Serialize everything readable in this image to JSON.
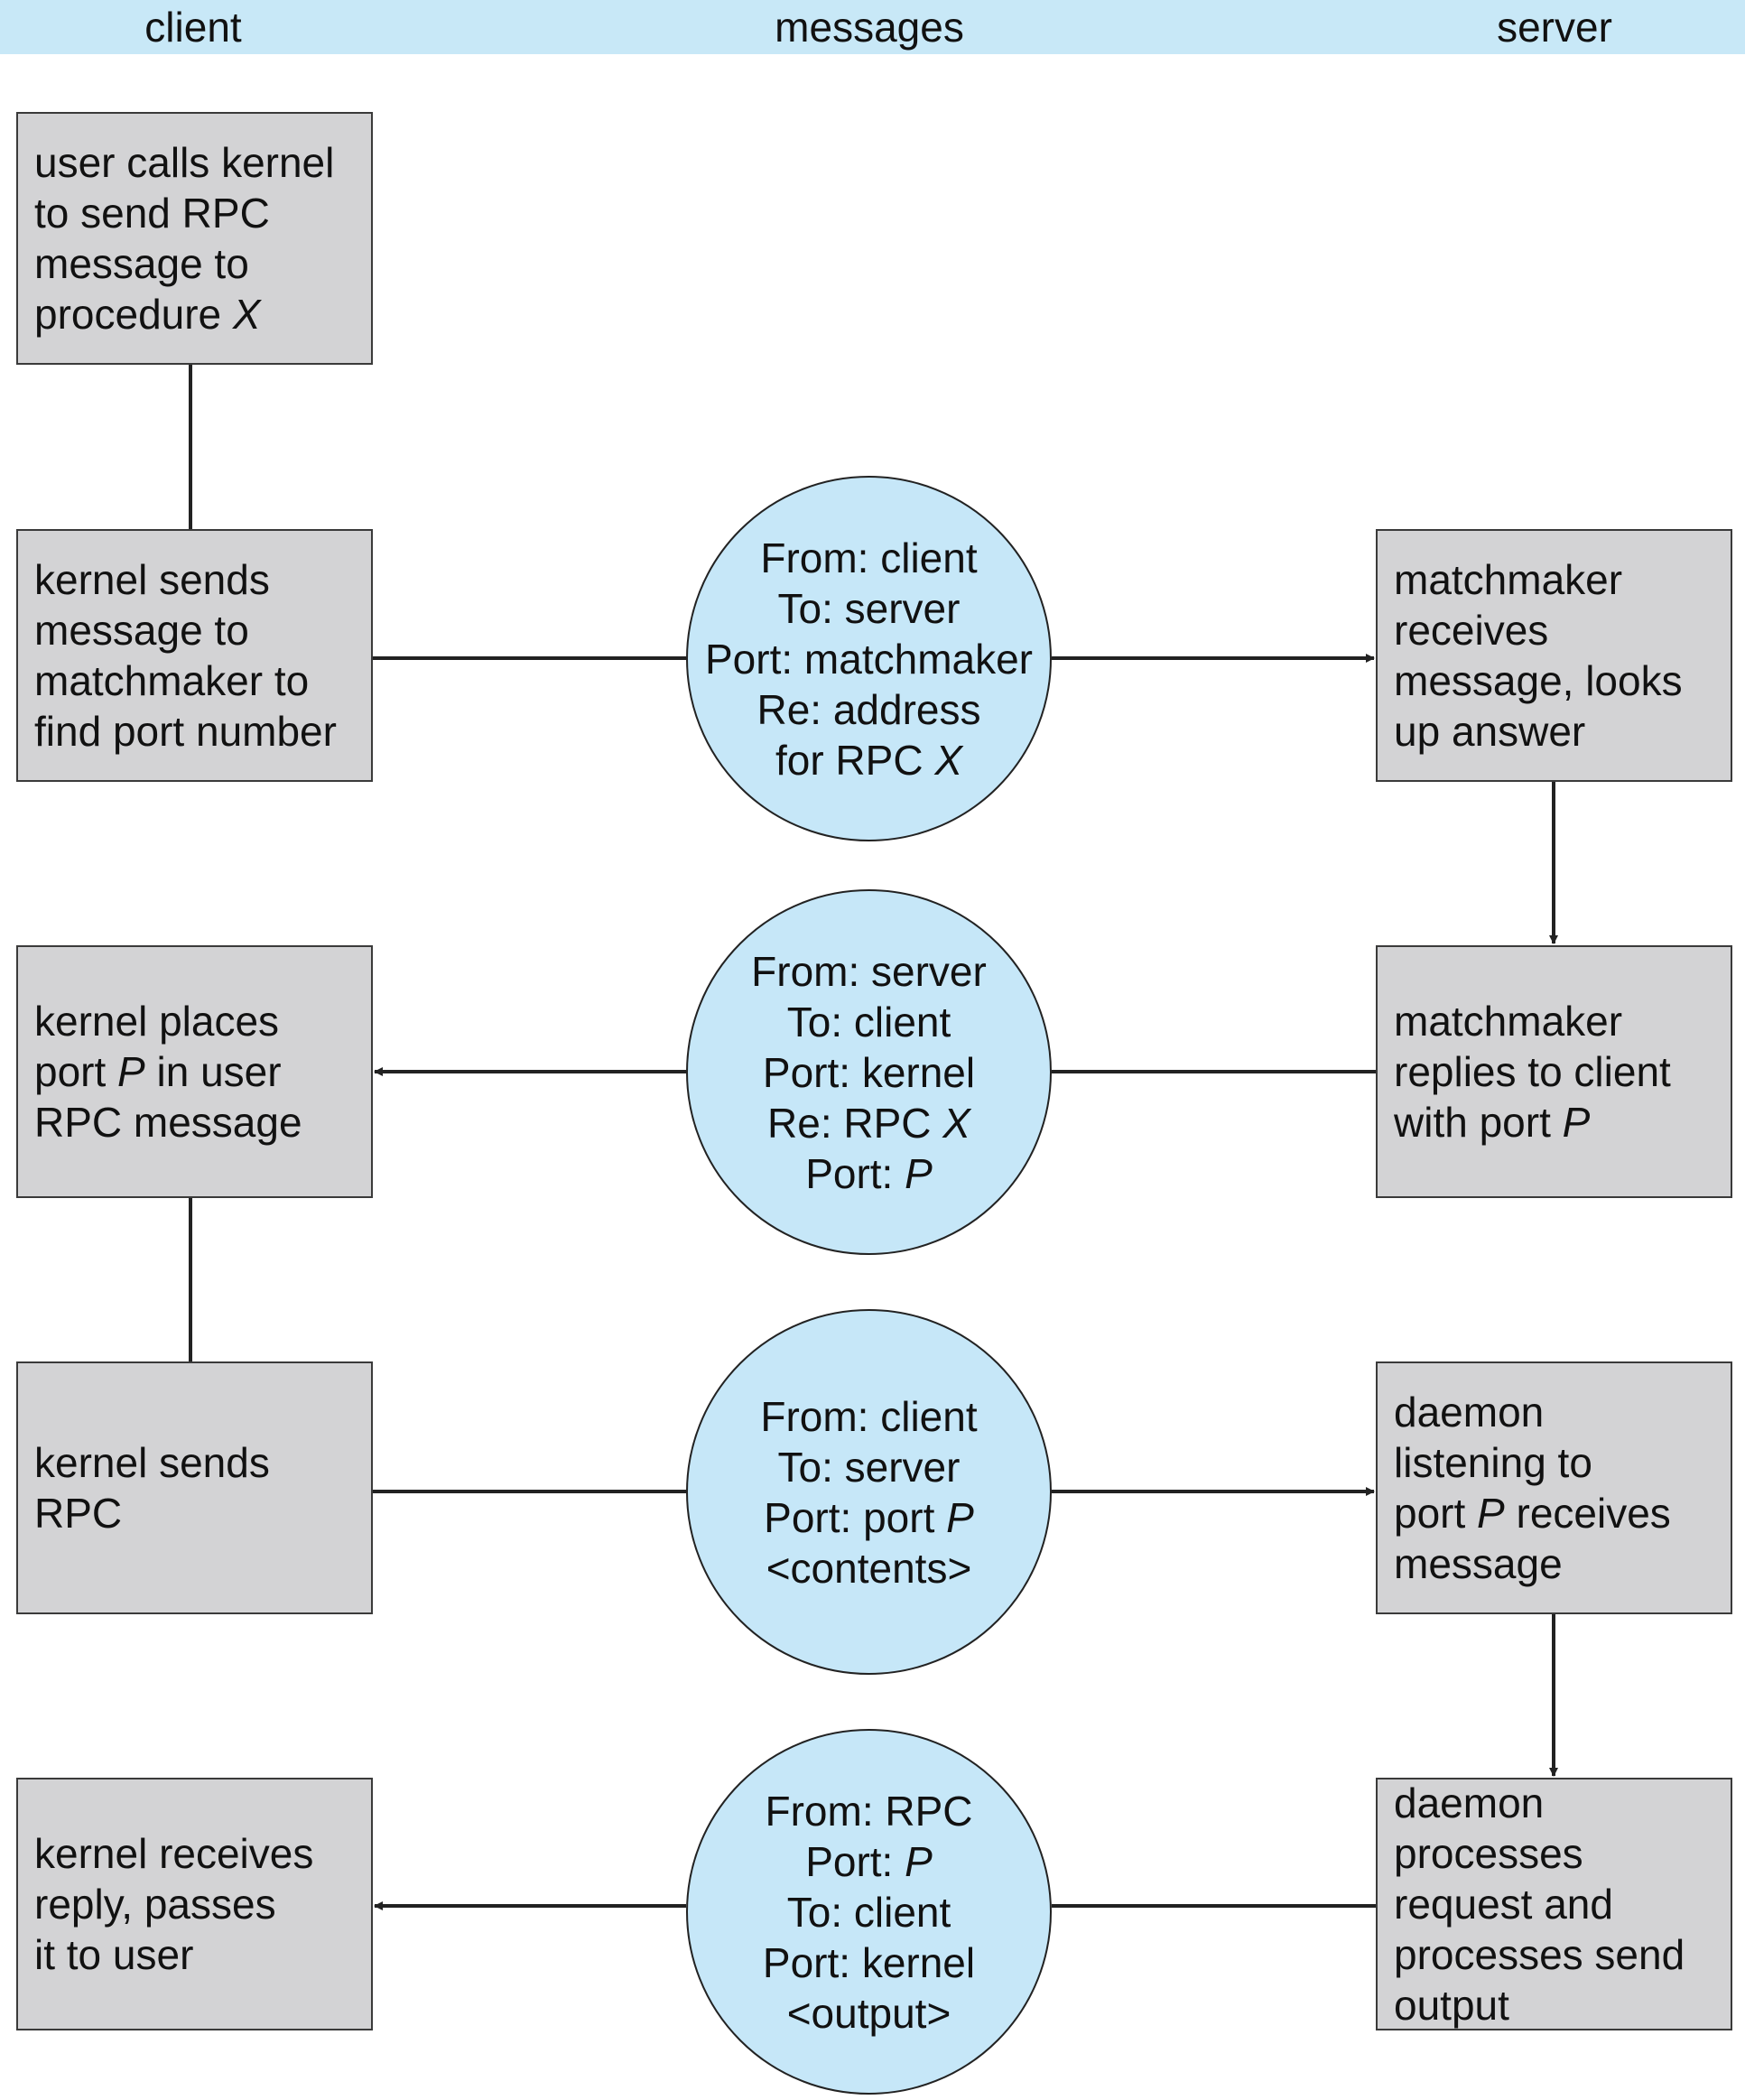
{
  "columns": {
    "client": "client",
    "messages": "messages",
    "server": "server"
  },
  "client_steps": [
    {
      "parts": [
        "user calls kernel\nto send RPC\nmessage to\nprocedure ",
        "X"
      ]
    },
    {
      "parts": [
        "kernel sends\nmessage to\nmatchmaker to\nfind port number"
      ]
    },
    {
      "parts": [
        "kernel places\nport ",
        "P",
        " in user\nRPC message"
      ]
    },
    {
      "parts": [
        "kernel sends\nRPC"
      ]
    },
    {
      "parts": [
        "kernel receives\nreply, passes\nit to user"
      ]
    }
  ],
  "server_steps": [
    {
      "parts": [
        "matchmaker\nreceives\nmessage, looks\nup answer"
      ]
    },
    {
      "parts": [
        "matchmaker\nreplies to client\nwith port ",
        "P"
      ]
    },
    {
      "parts": [
        "daemon\nlistening to\nport ",
        "P",
        " receives\nmessage"
      ]
    },
    {
      "parts": [
        "daemon\nprocesses\nrequest and\nprocesses send\noutput"
      ]
    }
  ],
  "messages": [
    {
      "lines": [
        [
          "From: client"
        ],
        [
          "To: server"
        ],
        [
          "Port: matchmaker"
        ],
        [
          "Re: address"
        ],
        [
          "for RPC ",
          "X"
        ]
      ]
    },
    {
      "lines": [
        [
          "From: server"
        ],
        [
          "To: client"
        ],
        [
          "Port: kernel"
        ],
        [
          "Re: RPC ",
          "X"
        ],
        [
          "Port: ",
          "P"
        ]
      ]
    },
    {
      "lines": [
        [
          "From: client"
        ],
        [
          "To: server"
        ],
        [
          "Port: port ",
          "P"
        ],
        [
          "<contents>"
        ]
      ]
    },
    {
      "lines": [
        [
          "From: RPC"
        ],
        [
          "Port: ",
          "P"
        ],
        [
          "To: client"
        ],
        [
          "Port: kernel"
        ],
        [
          "<output>"
        ]
      ]
    }
  ],
  "colors": {
    "header": "#c8e8f7",
    "box_fill": "#d3d3d5",
    "message_fill": "#c6e7f8",
    "line": "#222222"
  }
}
